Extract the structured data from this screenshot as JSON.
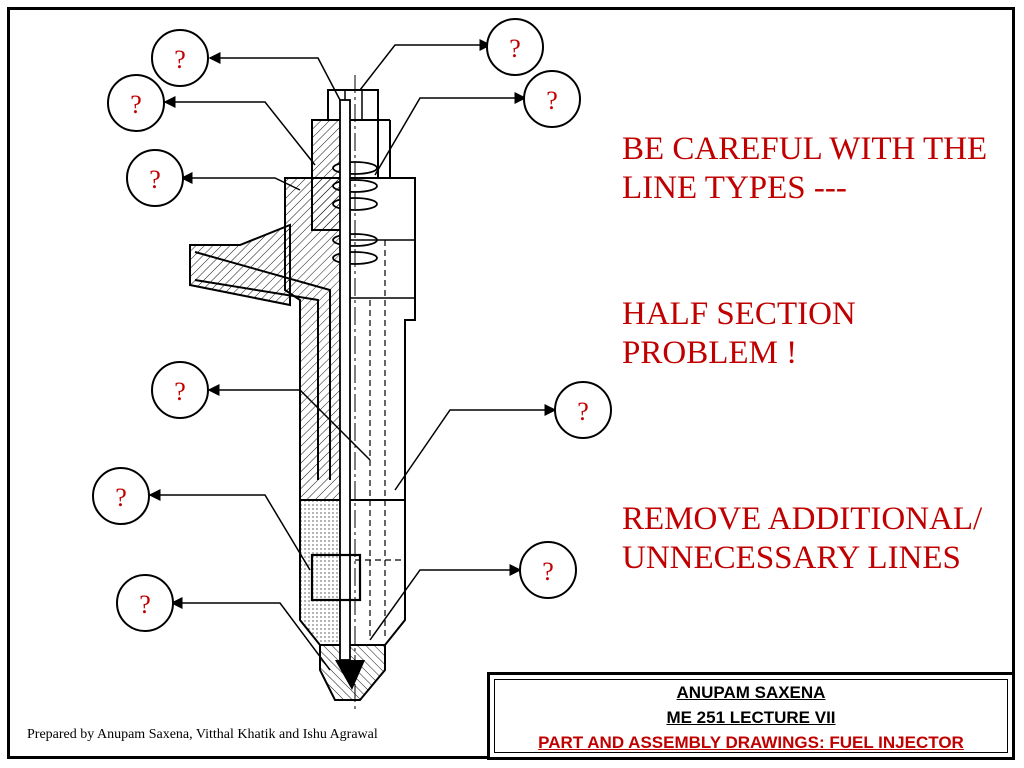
{
  "notes": {
    "line_types": "BE CAREFUL WITH THE\nLINE TYPES ---",
    "half_section": "HALF SECTION\nPROBLEM !",
    "remove_lines": "REMOVE ADDITIONAL/\nUNNECESSARY LINES"
  },
  "callouts": {
    "question_mark": "?"
  },
  "footer": {
    "prepared_by": "Prepared by Anupam Saxena, Vitthal Khatik and Ishu Agrawal"
  },
  "title_block": {
    "author": "ANUPAM SAXENA",
    "course": "ME 251 LECTURE VII",
    "topic": "PART AND ASSEMBLY DRAWINGS: FUEL INJECTOR"
  },
  "colors": {
    "accent": "#c00000",
    "line": "#000000",
    "background": "#ffffff"
  }
}
